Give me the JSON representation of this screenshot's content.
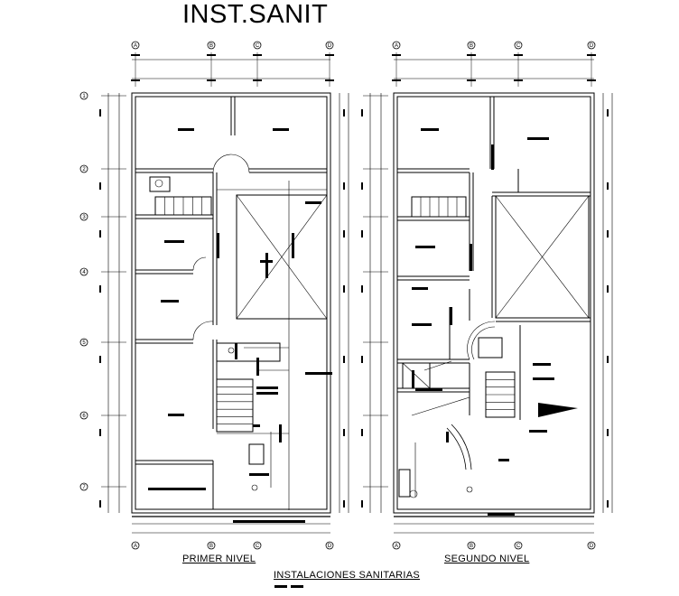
{
  "title": "INST.SANIT",
  "plans": [
    {
      "caption": "PRIMER NIVEL"
    },
    {
      "caption": "SEGUNDO NIVEL"
    }
  ],
  "footer_caption": "INSTALACIONES SANITARIAS",
  "grid_columns": [
    "A",
    "B",
    "C",
    "D"
  ],
  "grid_rows": [
    "1",
    "2",
    "3",
    "4",
    "5",
    "6",
    "7"
  ],
  "colors": {
    "ink": "#000000",
    "background": "#ffffff"
  }
}
